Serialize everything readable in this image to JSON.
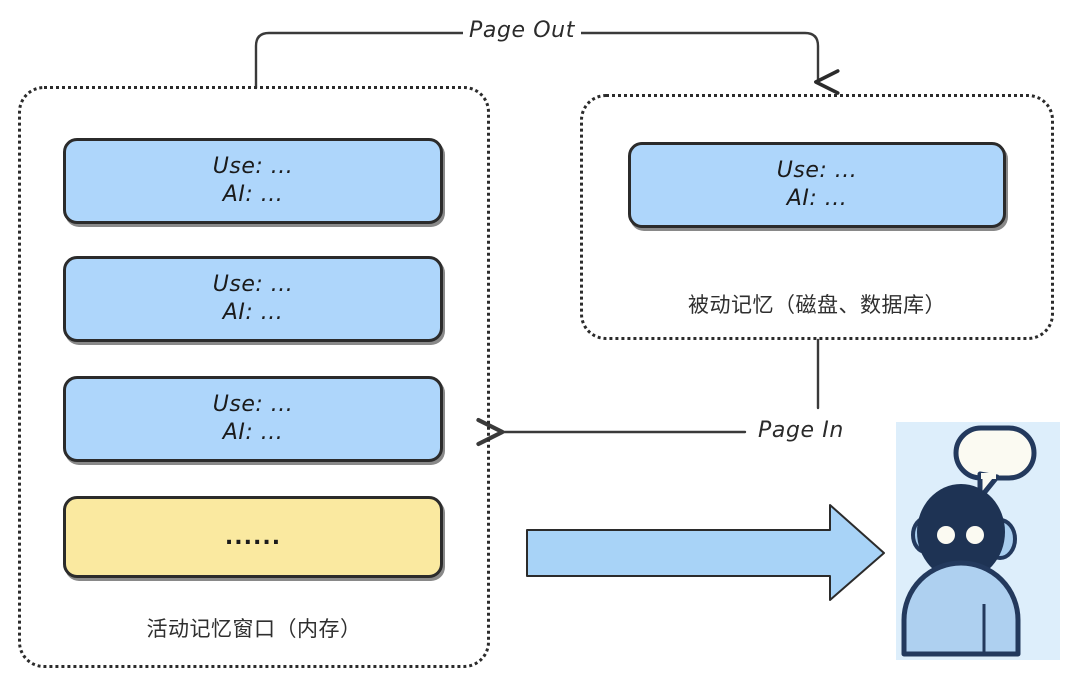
{
  "diagram": {
    "title": "Memory paging between active window and passive store",
    "colors": {
      "card_blue": "#aed6fb",
      "card_yellow": "#fae9a0",
      "stroke": "#2b2b2b",
      "avatar_bg": "#ddeefb",
      "avatar_head": "#1e3354",
      "avatar_body": "#aed0f0",
      "bubble_fill": "#fbfaf2",
      "arrow_fill": "#a8d3f7"
    }
  },
  "active_panel": {
    "label": "活动记忆窗口（内存）",
    "cards": [
      {
        "line1": "Use: ...",
        "line2": "AI: ..."
      },
      {
        "line1": "Use: ...",
        "line2": "AI: ..."
      },
      {
        "line1": "Use: ...",
        "line2": "AI: ..."
      }
    ],
    "overflow_card": {
      "text": "......"
    }
  },
  "passive_panel": {
    "label": "被动记忆（磁盘、数据库）",
    "card": {
      "line1": "Use: ...",
      "line2": "AI: ..."
    }
  },
  "edges": {
    "page_out": "Page Out",
    "page_in": "Page In"
  },
  "avatar": {
    "icon": "robot-avatar-icon",
    "bubble": "speech-bubble-icon"
  }
}
